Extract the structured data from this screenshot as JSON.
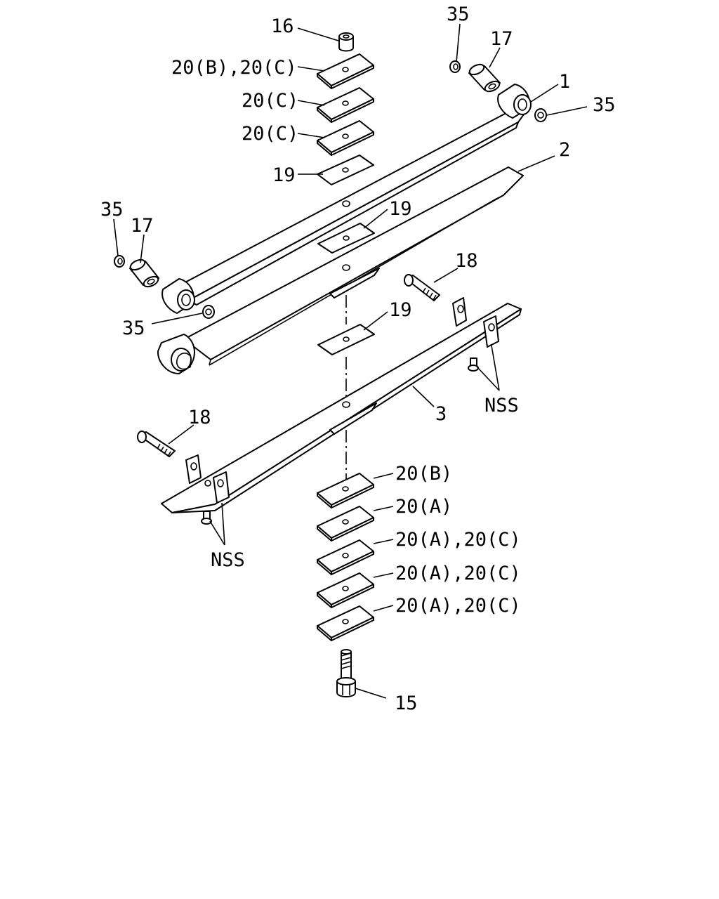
{
  "diagram": {
    "callouts": {
      "c16": "16",
      "c35_top": "35",
      "c17_top": "17",
      "c20bc_top": "20(B),20(C)",
      "c20c_1": "20(C)",
      "c20c_2": "20(C)",
      "c19_top": "19",
      "c1": "1",
      "c35_right": "35",
      "c2": "2",
      "c35_left": "35",
      "c17_left": "17",
      "c19_mid": "19",
      "c35_lower": "35",
      "c18_right": "18",
      "c19_low": "19",
      "c3": "3",
      "nss_right": "NSS",
      "c18_left": "18",
      "nss_left": "NSS",
      "c20b": "20(B)",
      "c20a": "20(A)",
      "c20ac_1": "20(A),20(C)",
      "c20ac_2": "20(A),20(C)",
      "c20ac_3": "20(A),20(C)",
      "c15": "15"
    }
  }
}
